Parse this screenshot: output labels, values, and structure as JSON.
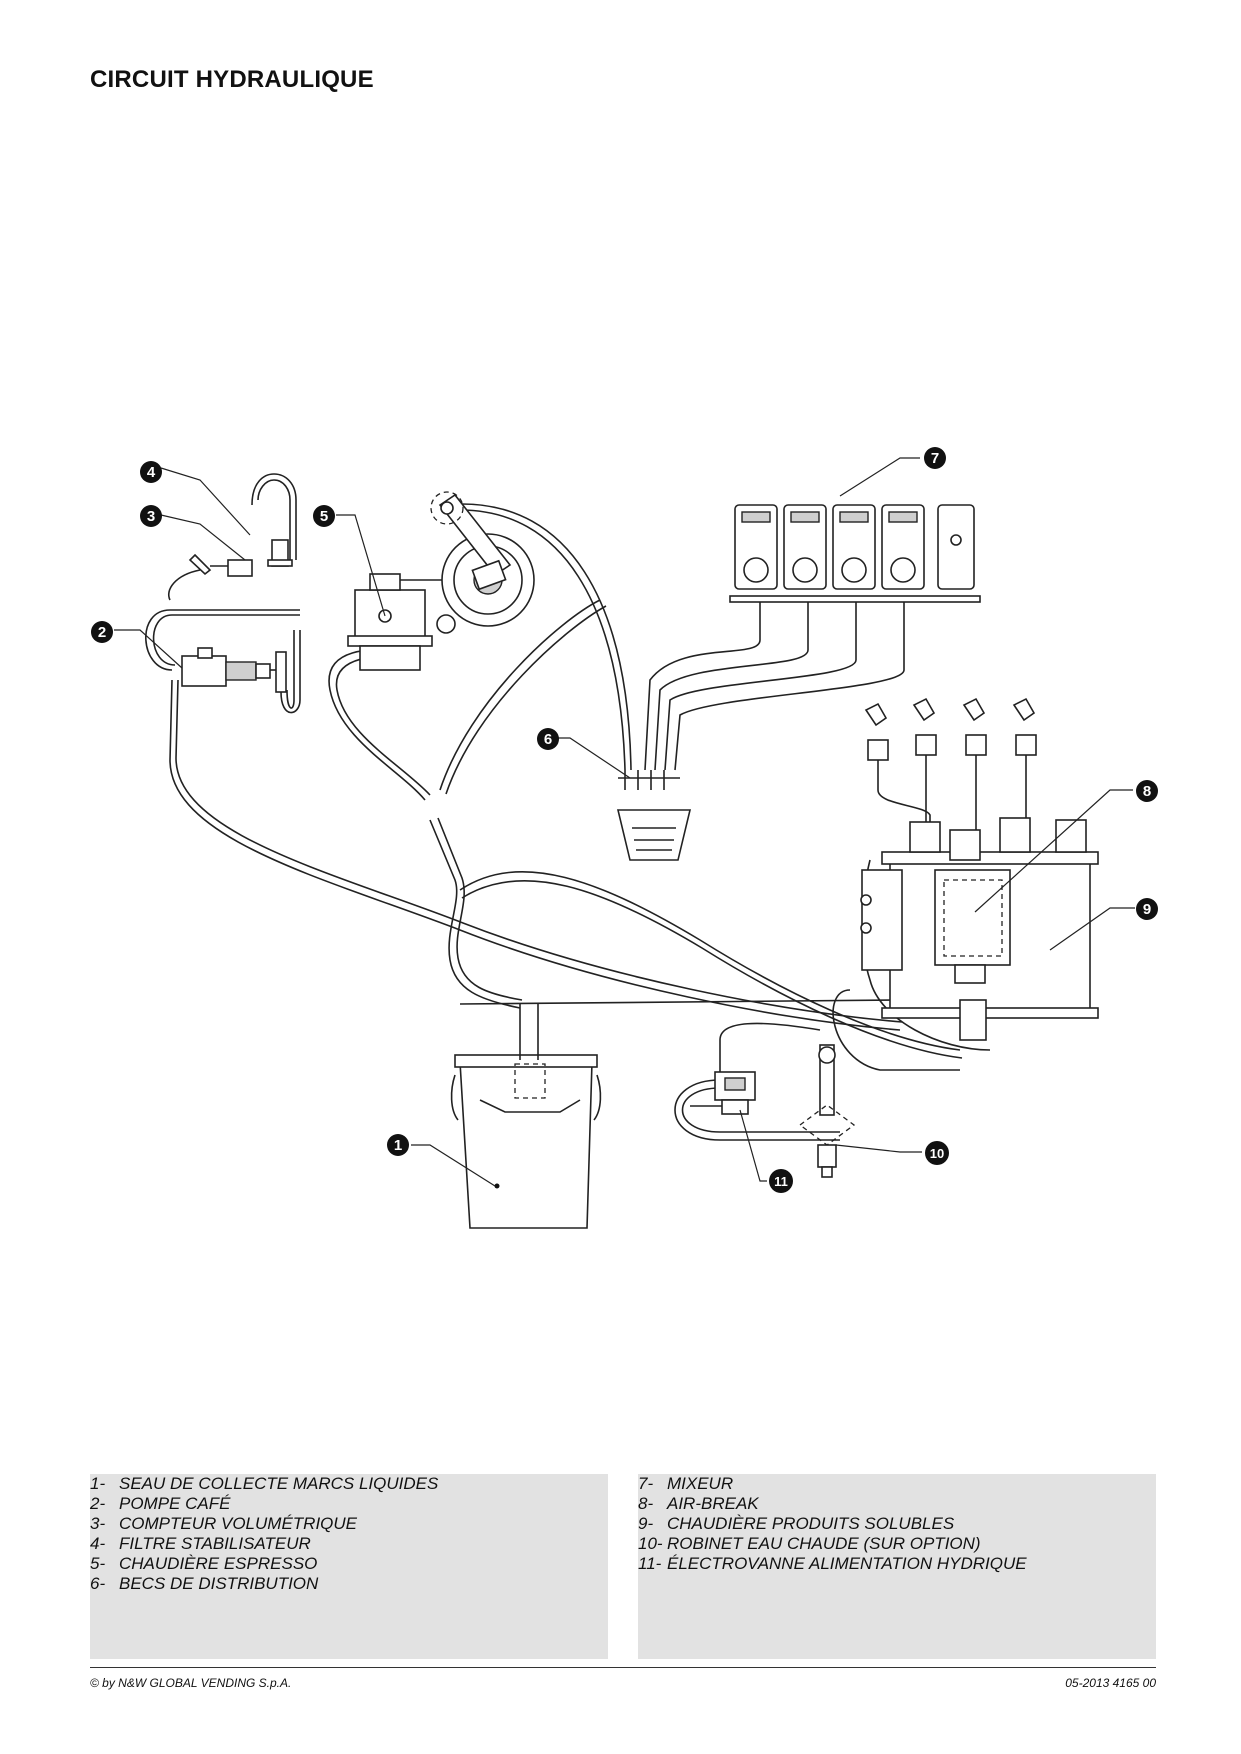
{
  "page": {
    "title": "CIRCUIT HYDRAULIQUE"
  },
  "callouts": [
    "1",
    "2",
    "3",
    "4",
    "5",
    "6",
    "7",
    "8",
    "9",
    "10",
    "11"
  ],
  "legend": {
    "left": [
      {
        "num": "1-",
        "text": "SEAU DE COLLECTE MARCS LIQUIDES"
      },
      {
        "num": "2-",
        "text": "POMPE CAFÉ"
      },
      {
        "num": "3-",
        "text": "COMPTEUR VOLUMÉTRIQUE"
      },
      {
        "num": "4-",
        "text": "FILTRE STABILISATEUR"
      },
      {
        "num": "5-",
        "text": "CHAUDIÈRE ESPRESSO"
      },
      {
        "num": "6-",
        "text": "BECS DE DISTRIBUTION"
      }
    ],
    "right": [
      {
        "num": "7-",
        "text": "MIXEUR"
      },
      {
        "num": "8-",
        "text": "AIR-BREAK"
      },
      {
        "num": "9-",
        "text": "CHAUDIÈRE PRODUITS SOLUBLES"
      },
      {
        "num": "10-",
        "text": "ROBINET EAU CHAUDE (SUR OPTION)"
      },
      {
        "num": "11-",
        "text": "ÉLECTROVANNE ALIMENTATION HYDRIQUE"
      }
    ]
  },
  "footer": {
    "copyright": "© by N&W GLOBAL VENDING S.p.A.",
    "doc_ref": "05-2013 4165 00"
  },
  "colors": {
    "legend_background": "#e2e2e2",
    "callout_background": "#111111"
  }
}
